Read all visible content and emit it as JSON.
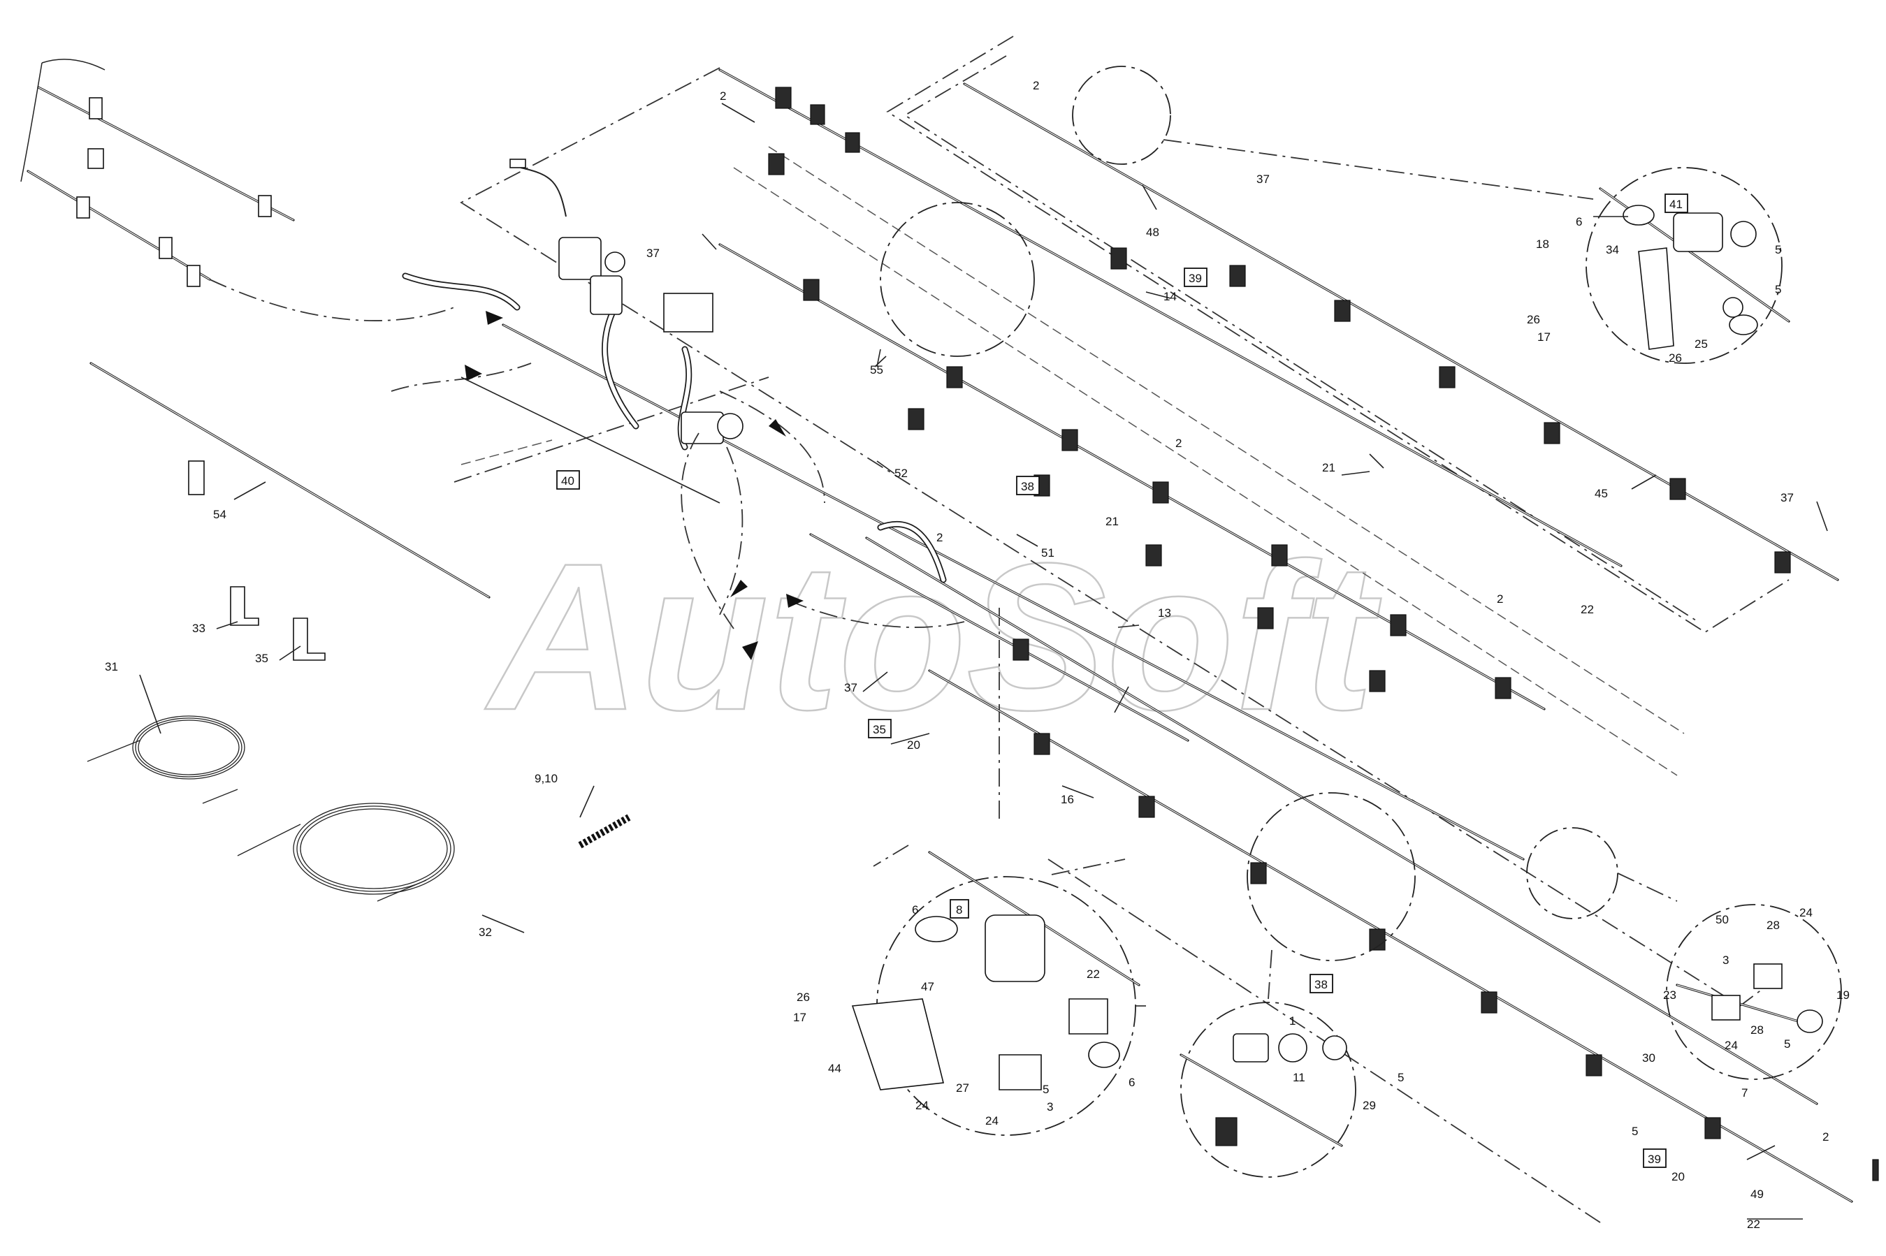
{
  "watermark": "AutoSoft",
  "callouts": {
    "c2a": "2",
    "c2b": "2",
    "c2c": "2",
    "c2d": "2",
    "c2e": "2",
    "c2f": "2",
    "c37a": "37",
    "c37b": "37",
    "c37c": "37",
    "c37d": "37",
    "c14": "14",
    "c13": "13",
    "c16": "16",
    "c45": "45",
    "c49": "49",
    "c21a": "21",
    "c21b": "21",
    "c22a": "22",
    "c22b": "22",
    "c20a": "20",
    "c20b": "20",
    "c51": "51",
    "c52": "52",
    "c55": "55",
    "c54": "54",
    "c33": "33",
    "c35": "35",
    "c31": "31",
    "c32": "32",
    "c910": "9,10",
    "c48": "48",
    "c6a": "6",
    "c5a": "5",
    "c5b": "5",
    "c18": "18",
    "c34": "34",
    "c26a": "26",
    "c17a": "17",
    "c26b": "26",
    "c25": "25",
    "c6b": "6",
    "c6c": "6",
    "c26c": "26",
    "c17b": "17",
    "c44": "44",
    "c47": "47",
    "c27": "27",
    "c24a": "24",
    "c24b": "24",
    "c3a": "3",
    "c5c": "5",
    "c22c": "22",
    "c1": "1",
    "c11": "11",
    "c29": "29",
    "c5d": "5",
    "c24c": "24",
    "c50": "50",
    "c28a": "28",
    "c3b": "3",
    "c19": "19",
    "c23": "23",
    "c28b": "28",
    "c24d": "24",
    "c5e": "5",
    "c30": "30",
    "c7": "7",
    "c5f": "5"
  },
  "boxed": {
    "b40": "40",
    "b39a": "39",
    "b38a": "38",
    "b35": "35",
    "b38b": "38",
    "b39b": "39",
    "b41": "41",
    "b8": "8"
  }
}
